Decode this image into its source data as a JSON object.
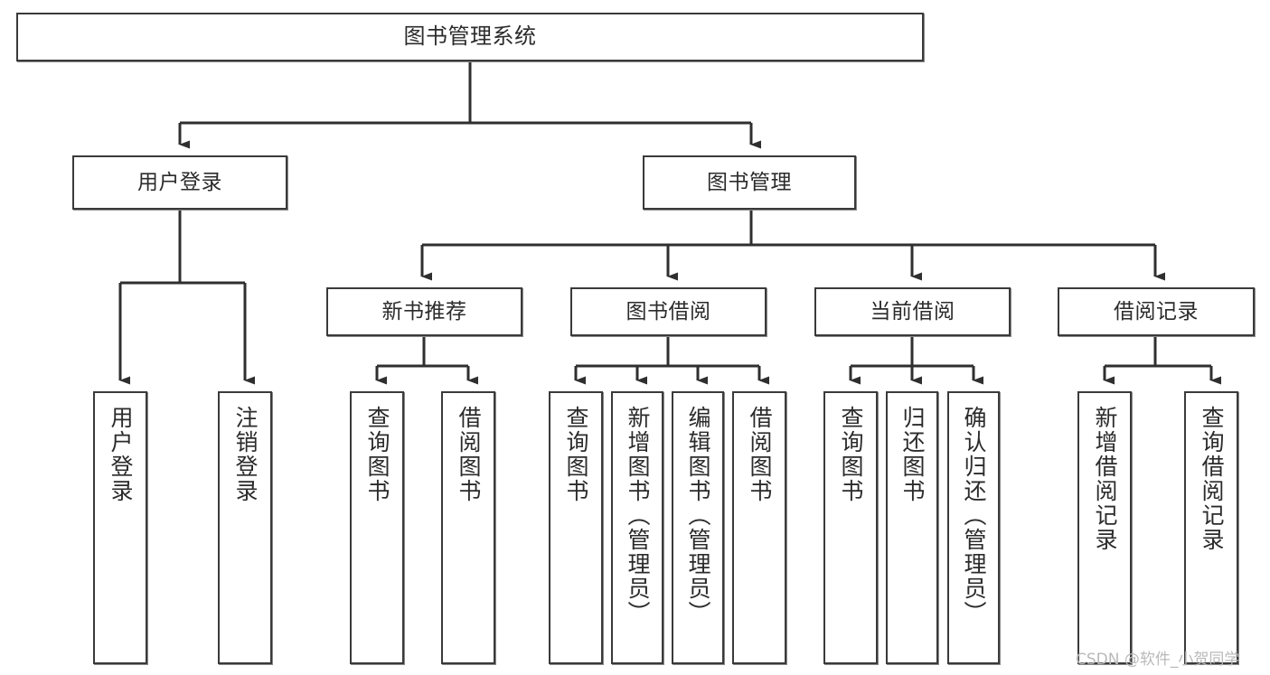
{
  "diagram": {
    "title": "图书管理系统",
    "type": "hierarchy-tree",
    "root": {
      "label": "图书管理系统"
    },
    "level2": [
      {
        "label": "用户登录"
      },
      {
        "label": "图书管理"
      }
    ],
    "level3": [
      {
        "label": "新书推荐"
      },
      {
        "label": "图书借阅"
      },
      {
        "label": "当前借阅"
      },
      {
        "label": "借阅记录"
      }
    ],
    "leaves": {
      "user_login": [
        {
          "label": "用户登录"
        },
        {
          "label": "注销登录"
        }
      ],
      "new_book_recommend": [
        {
          "label": "查询图书"
        },
        {
          "label": "借阅图书"
        }
      ],
      "book_borrow": [
        {
          "label": "查询图书"
        },
        {
          "label": "新增图书（管理员）"
        },
        {
          "label": "编辑图书（管理员）"
        },
        {
          "label": "借阅图书"
        }
      ],
      "current_borrow": [
        {
          "label": "查询图书"
        },
        {
          "label": "归还图书"
        },
        {
          "label": "确认归还（管理员）"
        }
      ],
      "borrow_record": [
        {
          "label": "新增借阅记录"
        },
        {
          "label": "查询借阅记录"
        }
      ]
    }
  },
  "watermark": {
    "text": "CSDN @软件_小贺同学"
  },
  "colors": {
    "box_border": "#3a3a3a",
    "box_fill": "#ffffff",
    "line": "#2f2f2f",
    "text": "#2b2b2b",
    "watermark": "#b9b9b9"
  }
}
